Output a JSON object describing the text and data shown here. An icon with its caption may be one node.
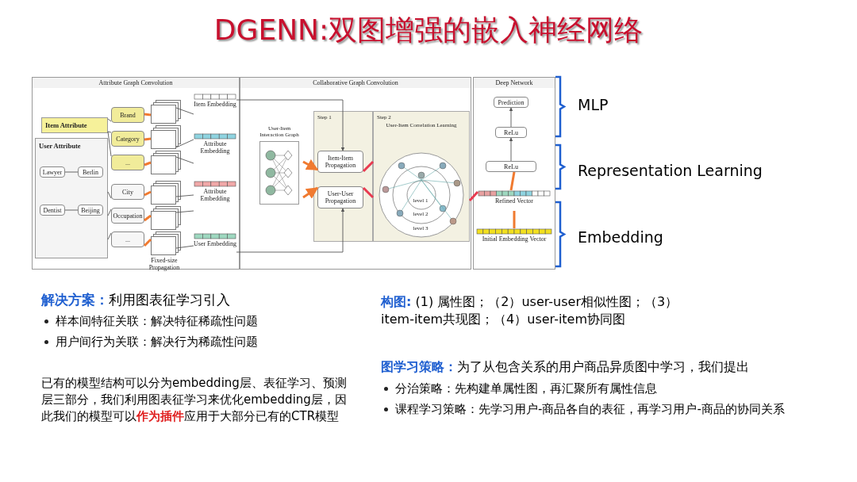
{
  "diagram": {
    "title": "DGENN:双图增强的嵌入神经网络",
    "nodes": [
      {
        "text": [
          "Attribute Graph Convolution"
        ]
      },
      {
        "text": [
          "Item Attribute"
        ],
        "in": 0
      },
      {
        "text": [
          "User Attribute"
        ],
        "in": 0
      },
      {
        "text": [
          "Lawyer"
        ],
        "in": 2
      },
      {
        "text": [
          "Dentist"
        ],
        "in": 2
      },
      {
        "text": [
          "Berlin"
        ],
        "in": 2
      },
      {
        "text": [
          "Beijing"
        ],
        "in": 2
      },
      {
        "text": [
          "Brand"
        ],
        "in": 0
      },
      {
        "text": [
          "Category"
        ],
        "in": 0
      },
      {
        "text": [
          "..."
        ],
        "in": 0
      },
      {
        "text": [
          "City"
        ],
        "in": 0
      },
      {
        "text": [
          "Occupation"
        ],
        "in": 0
      },
      {
        "text": [
          "..."
        ],
        "in": 0
      },
      {
        "text": [],
        "shape": "box",
        "in": 0
      },
      {
        "text": [],
        "shape": "box",
        "in": 0
      },
      {
        "text": [],
        "shape": "box",
        "in": 0
      },
      {
        "text": [],
        "shape": "box",
        "in": 0
      },
      {
        "text": [],
        "shape": "box",
        "in": 0
      },
      {
        "text": [],
        "shape": "box",
        "in": 0
      },
      {
        "text": [
          "Item Embedding"
        ],
        "in": 0
      },
      {
        "text": [
          "Attribute Embedding"
        ],
        "in": 0
      },
      {
        "text": [
          "Attribute Embedding"
        ],
        "in": 0
      },
      {
        "text": [
          "User Embedding"
        ],
        "in": 0
      },
      {
        "text": [
          "Collaborative Graph Convolution"
        ]
      },
      {
        "text": [
          "User-Item Interaction Graph"
        ],
        "in": 23
      },
      {
        "text": [
          "Step 1"
        ],
        "in": 23
      },
      {
        "text": [
          "Item-Item Propagation"
        ],
        "in": 25
      },
      {
        "text": [
          "User-User Propagation"
        ],
        "in": 25
      },
      {
        "text": [
          "Step 2",
          "User-Item Correlation Learning"
        ],
        "in": 23
      },
      {
        "text": [
          "Deep Network"
        ]
      },
      {
        "text": [
          "Initial Embedding Vector"
        ],
        "in": 29
      },
      {
        "text": [
          "Refined Vector"
        ],
        "in": 29
      },
      {
        "text": [
          "ReLu"
        ],
        "in": 29
      },
      {
        "text": [
          "ReLu"
        ],
        "in": 29
      },
      {
        "text": [
          "Prediction"
        ],
        "in": 29
      }
    ],
    "edges": [
      {
        "from": 3,
        "to": 5,
        "arrow": "none"
      },
      {
        "from": 4,
        "to": 6,
        "arrow": "none"
      },
      {
        "from": 1,
        "to": 7,
        "arrow": "none"
      },
      {
        "from": 1,
        "to": 8,
        "arrow": "none"
      },
      {
        "from": 1,
        "to": 9,
        "arrow": "none"
      },
      {
        "from": 2,
        "to": 10,
        "arrow": "none"
      },
      {
        "from": 2,
        "to": 11,
        "arrow": "none"
      },
      {
        "from": 2,
        "to": 12,
        "arrow": "none"
      },
      {
        "from": 7,
        "to": 13,
        "arrow": "none",
        "style": "thick",
        "color": "#f07a30"
      },
      {
        "from": 8,
        "to": 14,
        "arrow": "none",
        "style": "thick",
        "color": "#f07a30"
      },
      {
        "from": 9,
        "to": 15,
        "arrow": "none",
        "style": "thick",
        "color": "#f07a30"
      },
      {
        "from": 10,
        "to": 16,
        "arrow": "none",
        "style": "thick",
        "color": "#f07a30"
      },
      {
        "from": 11,
        "to": 17,
        "arrow": "none",
        "style": "thick",
        "color": "#f07a30"
      },
      {
        "from": 12,
        "to": 18,
        "arrow": "none",
        "style": "thick",
        "color": "#f07a30"
      },
      {
        "from": 13,
        "to": 19,
        "arrow": "none"
      },
      {
        "from": 14,
        "to": 20,
        "arrow": "none"
      },
      {
        "from": 15,
        "to": 20,
        "arrow": "none"
      },
      {
        "from": 16,
        "to": 21,
        "arrow": "none"
      },
      {
        "from": 17,
        "to": 21,
        "arrow": "none"
      },
      {
        "from": 18,
        "to": 22,
        "arrow": "none"
      },
      {
        "from": 24,
        "to": 26,
        "arrow": "to",
        "style": "thick",
        "color": "#f07a30"
      },
      {
        "from": 24,
        "to": 27,
        "arrow": "to",
        "style": "thick",
        "color": "#f07a30"
      },
      {
        "from": 19,
        "to": 26,
        "arrow": "to"
      },
      {
        "from": 22,
        "to": 27,
        "arrow": "to"
      },
      {
        "from": 26,
        "to": 28,
        "arrow": "none",
        "style": "thick",
        "color": "#e83a50"
      },
      {
        "from": 27,
        "to": 28,
        "arrow": "none",
        "style": "thick",
        "color": "#e83a50"
      },
      {
        "from": 28,
        "to": 31,
        "arrow": "none",
        "style": "thick",
        "color": "#e83a50"
      },
      {
        "from": 30,
        "to": 31,
        "arrow": "none",
        "style": "thick",
        "color": "#f07a30"
      },
      {
        "from": 31,
        "to": 32,
        "arrow": "none",
        "style": "thick",
        "color": "#f07a30"
      },
      {
        "from": 32,
        "to": 33,
        "arrow": "to"
      },
      {
        "from": 33,
        "to": 34,
        "arrow": "to"
      }
    ],
    "labels": [
      "Fixed-size Propagation",
      "level 1",
      "level 2",
      "level 3",
      "MLP",
      "Representation Learning",
      "Embedding",
      "**解决方案：**利用图表征学习引入",
      "样本间特征关联：解决特征稀疏性问题",
      "用户间行为关联：解决行为稀疏性问题",
      "已有的模型结构可以分为embedding层、表征学习、预测层三部分，我们利用图表征学习来优化embedding层，因此我们的模型可以**作为插件**应用于大部分已有的CTR模型",
      "**构图:** (1) 属性图；（2）user-user相似性图；（3）item-item共现图；（4）user-item协同图",
      "**图学习策略：**为了从包含关系的用户商品异质图中学习，我们提出",
      "分治策略：先构建单属性图，再汇聚所有属性信息",
      "课程学习策略：先学习用户-商品各自的表征，再学习用户-商品的协同关系"
    ]
  }
}
